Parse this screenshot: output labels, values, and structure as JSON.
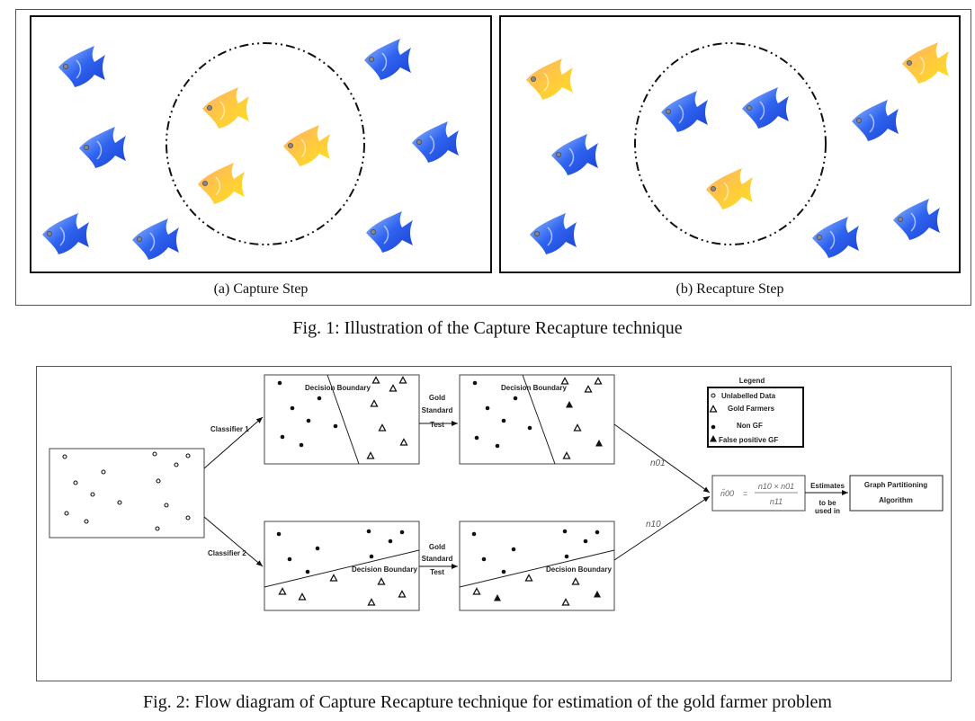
{
  "figure1": {
    "caption": "Fig. 1: Illustration of the Capture Recapture technique",
    "panels": [
      {
        "label": "(a) Capture Step",
        "fish": [
          {
            "color": "blue"
          },
          {
            "color": "blue"
          },
          {
            "color": "blue"
          },
          {
            "color": "blue"
          },
          {
            "color": "orange"
          },
          {
            "color": "orange"
          },
          {
            "color": "orange"
          },
          {
            "color": "blue"
          },
          {
            "color": "blue"
          },
          {
            "color": "blue"
          }
        ]
      },
      {
        "label": "(b) Recapture Step",
        "fish": [
          {
            "color": "orange"
          },
          {
            "color": "blue"
          },
          {
            "color": "blue"
          },
          {
            "color": "blue"
          },
          {
            "color": "blue"
          },
          {
            "color": "orange"
          },
          {
            "color": "orange"
          },
          {
            "color": "blue"
          },
          {
            "color": "blue"
          },
          {
            "color": "blue"
          }
        ]
      }
    ]
  },
  "figure2": {
    "caption": "Fig. 2: Flow diagram of Capture Recapture technique for estimation of the gold farmer problem",
    "classifier1": "Classifier 1",
    "classifier2": "Classifier 2",
    "decision_boundary": "Decision Boundary",
    "gold_standard": [
      "Gold",
      "Standard",
      "Test"
    ],
    "n01": "n01",
    "n10": "n10",
    "formula": {
      "lhs": "n̂00",
      "numerator": "n10 × n01",
      "denominator": "n11"
    },
    "estimates": "Estimates",
    "to_be_used_in": [
      "to be",
      "used in"
    ],
    "graph_box": [
      "Graph Partitioning",
      "Algorithm"
    ],
    "legend": {
      "title": "Legend",
      "items": [
        {
          "symbol": "open-circle",
          "label": "Unlabelled Data"
        },
        {
          "symbol": "open-triangle",
          "label": "Gold Farmers"
        },
        {
          "symbol": "filled-circle",
          "label": "Non GF"
        },
        {
          "symbol": "filled-triangle",
          "label": "False positive GF"
        }
      ]
    }
  },
  "colors": {
    "blue_fish": "#2a5be8",
    "orange_fish": "#f5a623"
  }
}
